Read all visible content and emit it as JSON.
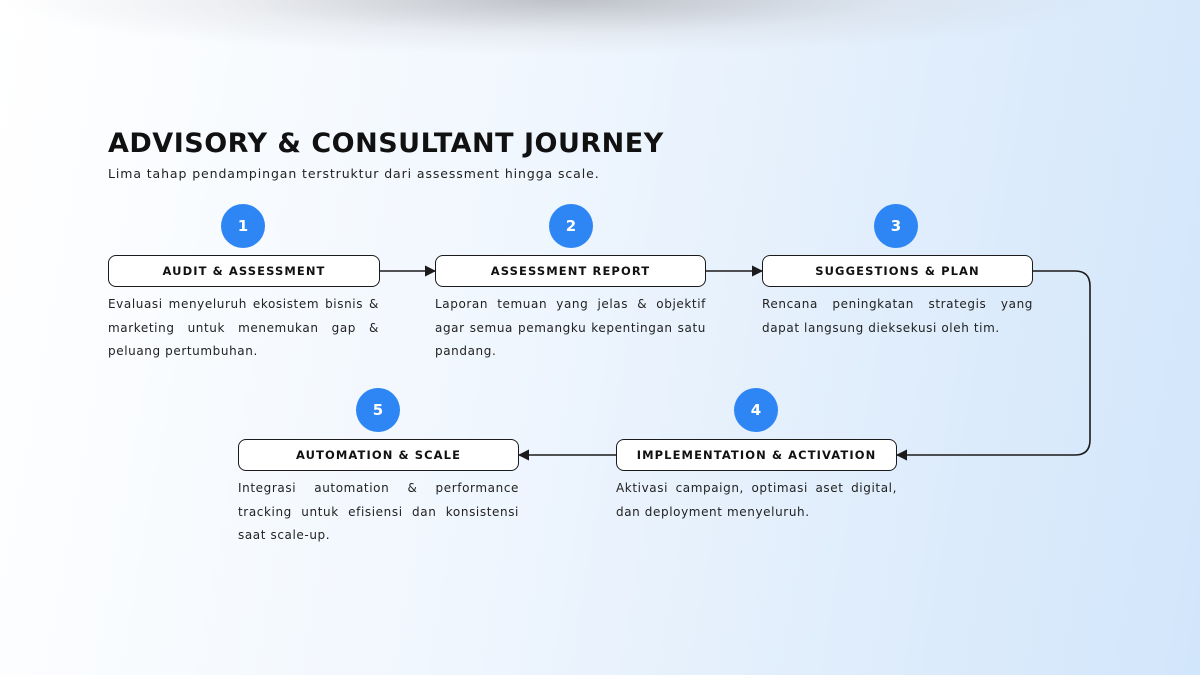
{
  "title": "ADVISORY & CONSULTANT JOURNEY",
  "subtitle": "Lima tahap pendampingan terstruktur dari assessment hingga scale.",
  "colors": {
    "accent": "#2e86f4",
    "border": "#1b1b1b",
    "text": "#111111"
  },
  "steps": [
    {
      "number": "1",
      "label": "AUDIT & ASSESSMENT",
      "description": "Evaluasi menyeluruh ekosistem bisnis & marketing untuk menemukan gap & peluang pertumbuhan."
    },
    {
      "number": "2",
      "label": "ASSESSMENT REPORT",
      "description": "Laporan temuan yang jelas & objektif agar semua pemangku kepentingan satu pandang."
    },
    {
      "number": "3",
      "label": "SUGGESTIONS & PLAN",
      "description": "Rencana peningkatan strategis yang dapat langsung dieksekusi oleh tim."
    },
    {
      "number": "4",
      "label": "IMPLEMENTATION & ACTIVATION",
      "description": "Aktivasi campaign, optimasi aset digital, dan deployment menyeluruh."
    },
    {
      "number": "5",
      "label": "AUTOMATION & SCALE",
      "description": "Integrasi automation & performance tracking untuk efisiensi dan konsistensi saat scale-up."
    }
  ]
}
